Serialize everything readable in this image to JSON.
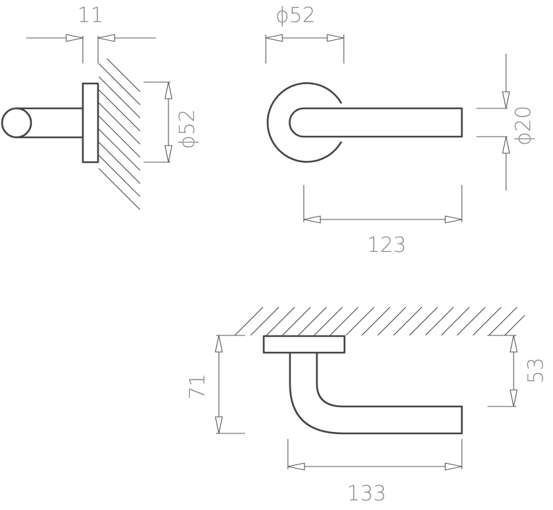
{
  "dimensions": {
    "rose_thickness": "11",
    "rose_diameter_side": "ϕ52",
    "rose_diameter_front": "ϕ52",
    "lever_diameter": "ϕ20",
    "lever_length_front": "123",
    "projection_total": "71",
    "projection_lever": "53",
    "lever_length_top": "133"
  },
  "colors": {
    "outline": "#444444",
    "dimension_line": "#555555",
    "dimension_text": "#8a8a8a",
    "background": "#ffffff"
  }
}
